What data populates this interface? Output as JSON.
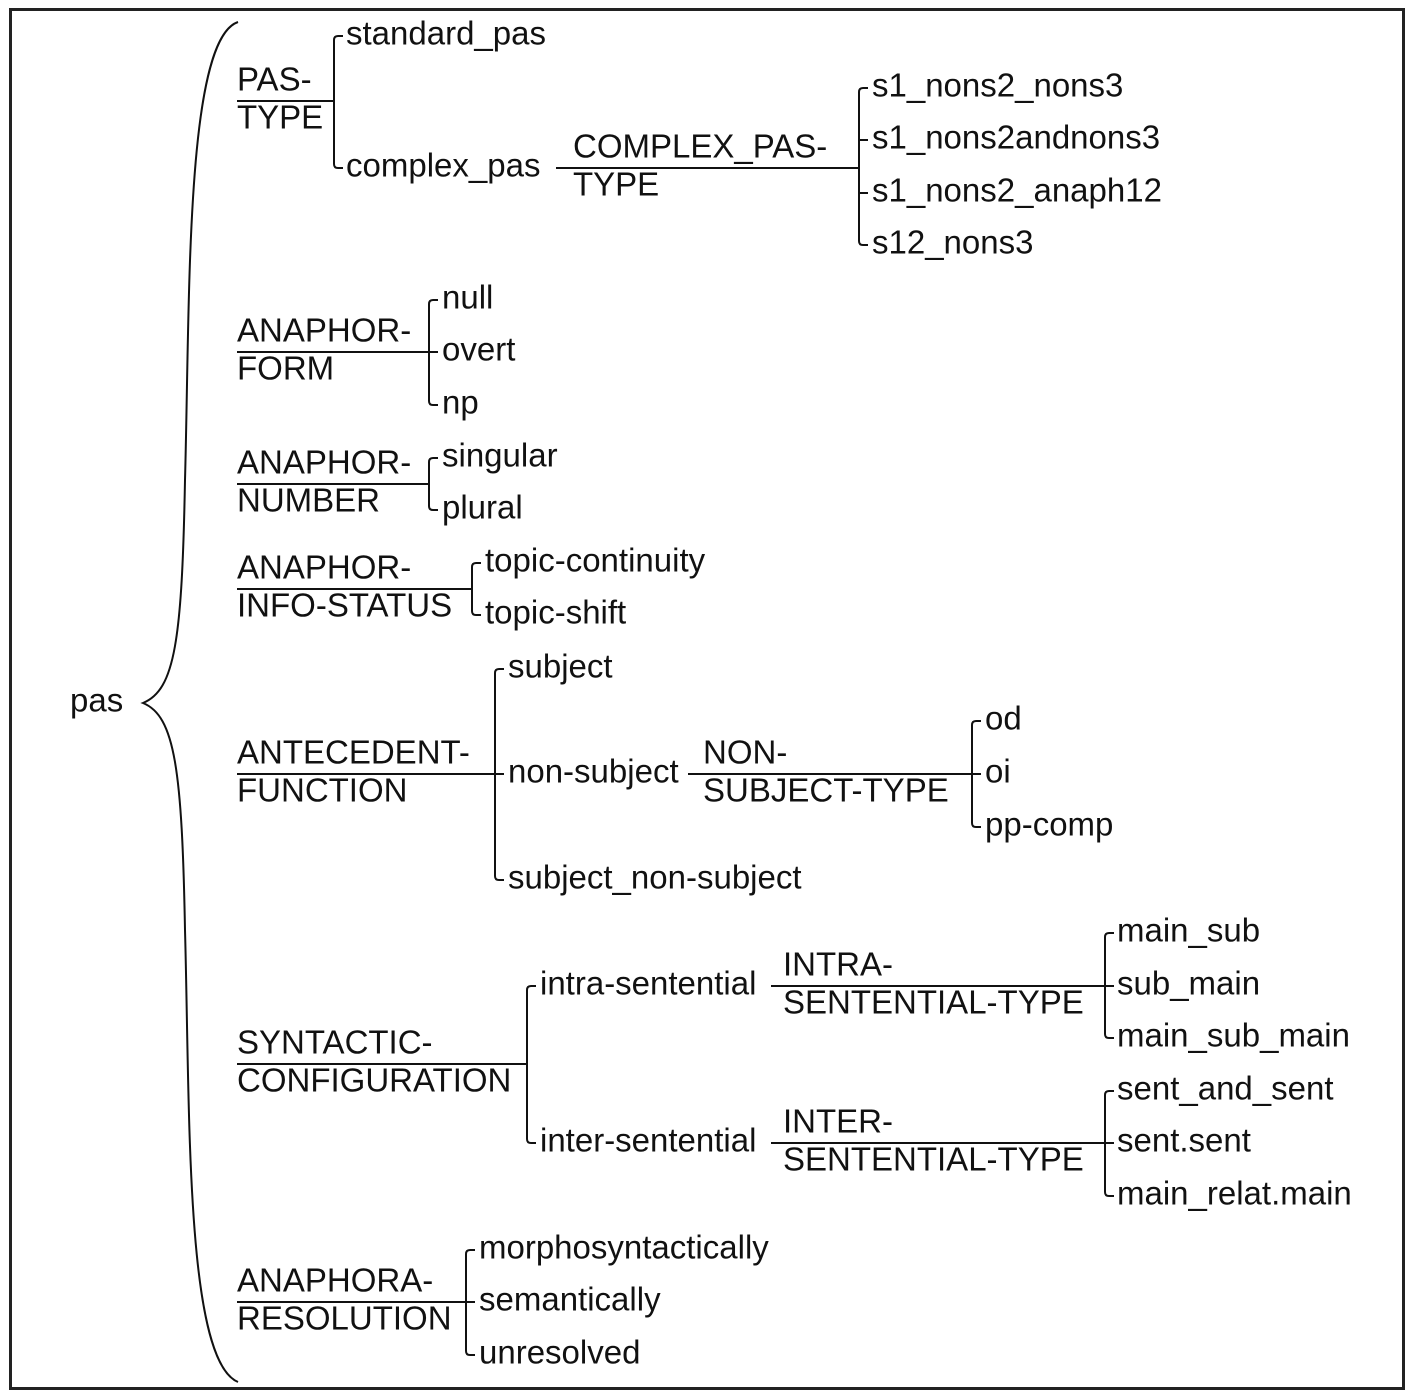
{
  "root": "pas",
  "systems": [
    {
      "id": "pas-type",
      "label": [
        "PAS-",
        "TYPE"
      ],
      "features": [
        {
          "label": "standard_pas"
        },
        {
          "label": "complex_pas",
          "subsystem": {
            "label": [
              "COMPLEX_PAS-",
              "TYPE"
            ],
            "features": [
              "s1_nons2_nons3",
              "s1_nons2andnons3",
              "s1_nons2_anaph12",
              "s12_nons3"
            ]
          }
        }
      ]
    },
    {
      "id": "anaphor-form",
      "label": [
        "ANAPHOR-",
        "FORM"
      ],
      "features": [
        {
          "label": "null"
        },
        {
          "label": "overt"
        },
        {
          "label": "np"
        }
      ]
    },
    {
      "id": "anaphor-number",
      "label": [
        "ANAPHOR-",
        "NUMBER"
      ],
      "features": [
        {
          "label": "singular"
        },
        {
          "label": "plural"
        }
      ]
    },
    {
      "id": "anaphor-info-status",
      "label": [
        "ANAPHOR-",
        "INFO-STATUS"
      ],
      "features": [
        {
          "label": "topic-continuity"
        },
        {
          "label": "topic-shift"
        }
      ]
    },
    {
      "id": "antecedent-function",
      "label": [
        "ANTECEDENT-",
        "FUNCTION"
      ],
      "features": [
        {
          "label": "subject"
        },
        {
          "label": "non-subject",
          "subsystem": {
            "label": [
              "NON-",
              "SUBJECT-TYPE"
            ],
            "features": [
              "od",
              "oi",
              "pp-comp"
            ]
          }
        },
        {
          "label": "subject_non-subject"
        }
      ]
    },
    {
      "id": "syntactic-configuration",
      "label": [
        "SYNTACTIC-",
        "CONFIGURATION"
      ],
      "features": [
        {
          "label": "intra-sentential",
          "subsystem": {
            "label": [
              "INTRA-",
              "SENTENTIAL-TYPE"
            ],
            "features": [
              "main_sub",
              "sub_main",
              "main_sub_main"
            ]
          }
        },
        {
          "label": "inter-sentential",
          "subsystem": {
            "label": [
              "INTER-",
              "SENTENTIAL-TYPE"
            ],
            "features": [
              "sent_and_sent",
              "sent.sent",
              "main_relat.main"
            ]
          }
        }
      ]
    },
    {
      "id": "anaphora-resolution",
      "label": [
        "ANAPHORA-",
        "RESOLUTION"
      ],
      "features": [
        {
          "label": "morphosyntactically"
        },
        {
          "label": "semantically"
        },
        {
          "label": "unresolved"
        }
      ]
    }
  ]
}
